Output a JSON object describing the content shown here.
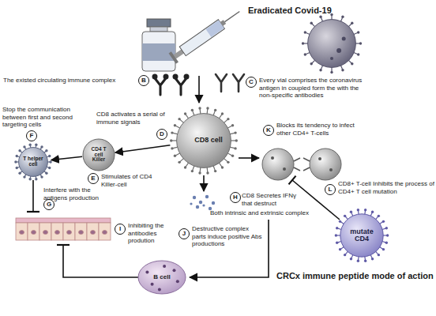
{
  "diagram": {
    "caption": "CRCx immune peptide mode of action",
    "nodes": [
      {
        "text": [
          "Eradicated Covid-19"
        ]
      },
      {
        "text": [
          "B"
        ]
      },
      {
        "text": [
          "C"
        ]
      },
      {
        "text": [
          "D"
        ]
      },
      {
        "text": [
          "CD8 cell"
        ]
      },
      {
        "text": [
          "F"
        ]
      },
      {
        "text": [
          "T helper cell"
        ]
      },
      {
        "text": [
          "CD4 T cell Killer"
        ]
      },
      {
        "text": [
          "E"
        ]
      },
      {
        "text": [
          "K"
        ]
      },
      {
        "text": [
          "L"
        ]
      },
      {
        "text": [
          "G"
        ]
      },
      {
        "text": [
          "H"
        ]
      },
      {
        "text": [
          "I"
        ]
      },
      {
        "text": [
          "J"
        ]
      },
      {
        "text": [
          "B cell"
        ]
      },
      {
        "text": [
          "mutate CD4"
        ]
      }
    ],
    "edges": [
      {
        "from": 4,
        "to": 7,
        "arrow": "to"
      },
      {
        "from": 7,
        "to": 6,
        "arrow": "to"
      }
    ],
    "labels": [
      "The existed circulating immune complex",
      "Every vial comprises the coronavirus antigen in coupled form the with the non-specific antibodies",
      "CD8 activates a serial of immune signals",
      "Stop the communication between first and second targeting cells",
      "Stimulates of CD4 Killer-cell",
      "Blocks its tendency to infect other CD4+ T-cells",
      "CD8+ T-cell Inhibits the process of CD4+ T cell mutation",
      "Interfere with the antigens production",
      "CD8 Secretes IFNγ that destruct",
      "Both intrinsic and extrinsic complex",
      "Inhibiting the antibodies prodution",
      "Destructive complex parts induce positive Abs productions"
    ]
  }
}
